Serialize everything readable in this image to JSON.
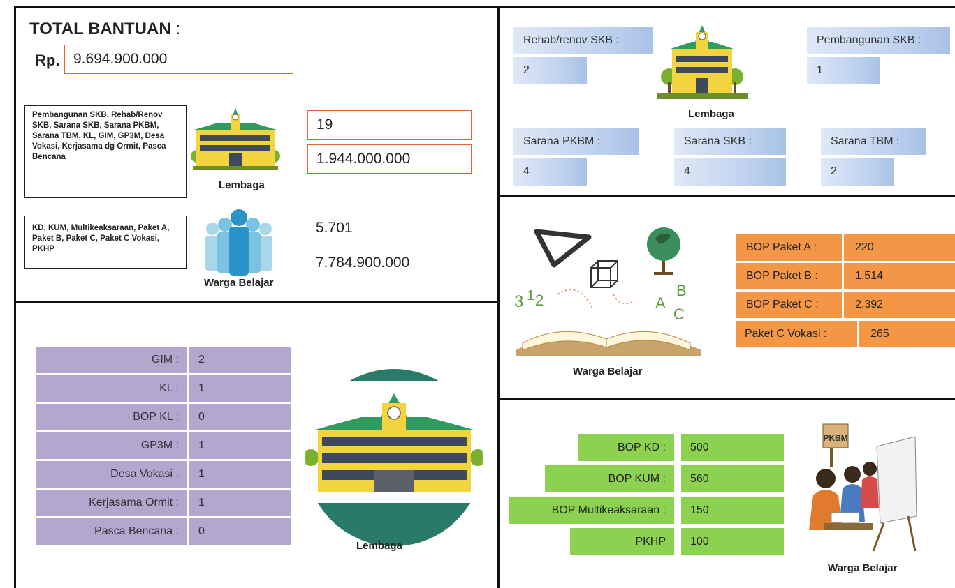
{
  "total": {
    "title": "TOTAL BANTUAN",
    "colon": ":",
    "rp_label": "Rp.",
    "amount": "9.694.900.000"
  },
  "lembaga_block": {
    "desc": "Pembangunan SKB, Rehab/Renov SKB, Sarana SKB, Sarana PKBM, Sarana TBM, KL, GIM, GP3M, Desa Vokasi, Kerjasama dg Ormit, Pasca Bencana",
    "count": "19",
    "amount": "1.944.000.000",
    "caption": "Lembaga"
  },
  "warga_block": {
    "desc": "KD, KUM, Multikeaksaraan, Paket A, Paket B, Paket C, Paket C Vokasi, PKHP",
    "count": "5.701",
    "amount": "7.784.900.000",
    "caption": "Warga Belajar"
  },
  "purple_table": [
    {
      "label": "GIM :",
      "value": "2"
    },
    {
      "label": "KL :",
      "value": "1"
    },
    {
      "label": "BOP KL :",
      "value": "0"
    },
    {
      "label": "GP3M :",
      "value": "1"
    },
    {
      "label": "Desa Vokasi :",
      "value": "1"
    },
    {
      "label": "Kerjasama Ormit :",
      "value": "1"
    },
    {
      "label": "Pasca Bencana :",
      "value": "0"
    }
  ],
  "purple_caption": "Lembaga",
  "skb": {
    "rehab_label": "Rehab/renov SKB :",
    "rehab_value": "2",
    "pembangunan_label": "Pembangunan SKB :",
    "pembangunan_value": "1",
    "caption": "Lembaga",
    "pkbm_label": "Sarana PKBM :",
    "pkbm_value": "4",
    "sarana_skb_label": "Sarana SKB :",
    "sarana_skb_value": "4",
    "tbm_label": "Sarana TBM :",
    "tbm_value": "2"
  },
  "bop_paket": [
    {
      "label": "BOP Paket A :",
      "value": "220"
    },
    {
      "label": "BOP Paket B :",
      "value": "1.514"
    },
    {
      "label": "BOP Paket C :",
      "value": "2.392"
    },
    {
      "label": "Paket C Vokasi :",
      "value": "265"
    }
  ],
  "book_caption": "Warga Belajar",
  "green_table": [
    {
      "label": "BOP KD :",
      "value": "500"
    },
    {
      "label": "BOP KUM :",
      "value": "560"
    },
    {
      "label": "BOP Multikeaksaraan :",
      "value": "150"
    },
    {
      "label": "PKHP",
      "value": "100"
    }
  ],
  "pkbm_sign": "PKBM",
  "green_caption": "Warga Belajar",
  "colors": {
    "orange_border": "#e8632b",
    "purple": "#b3a6cf",
    "orange_fill": "#f39747",
    "green_fill": "#8dd150",
    "blue_fill": "#bcd0ee"
  }
}
